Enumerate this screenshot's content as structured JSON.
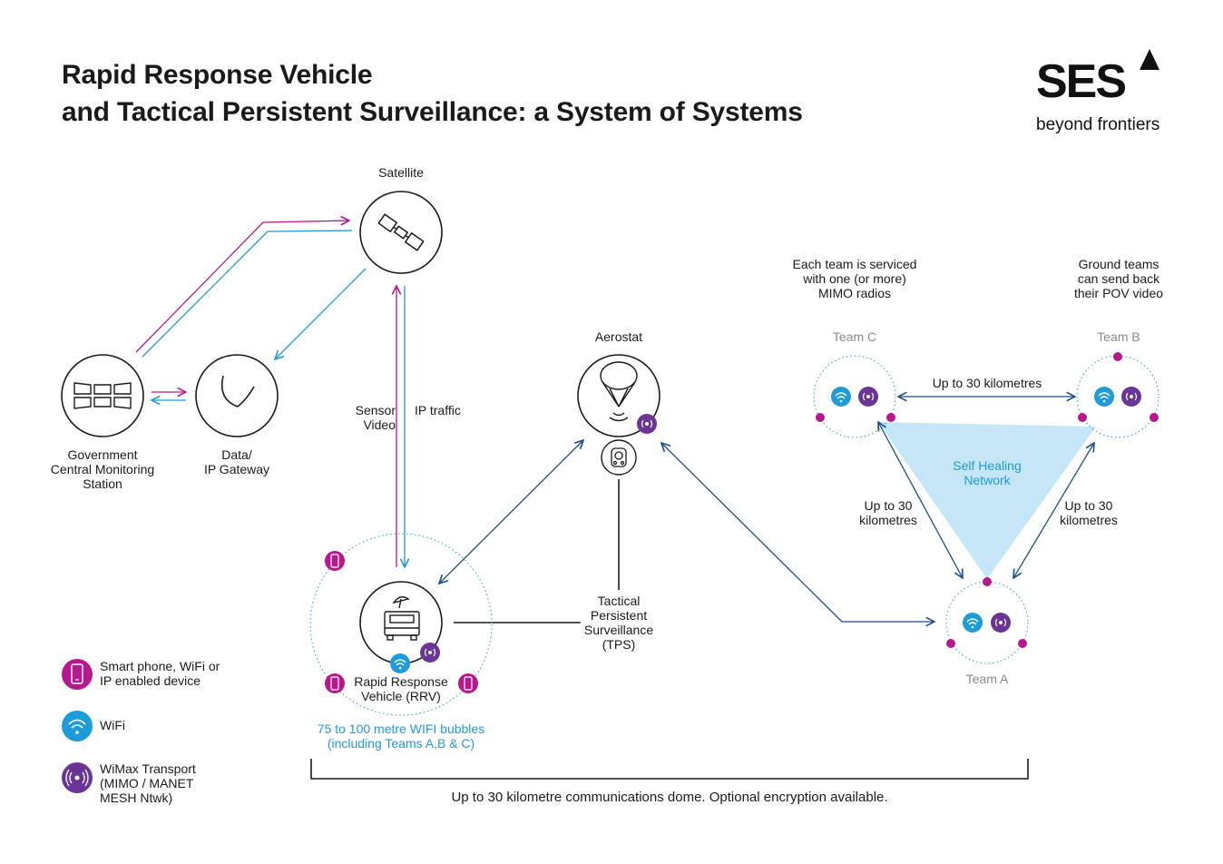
{
  "header": {
    "title_line1": "Rapid Response Vehicle",
    "title_line2": "and Tactical Persistent Surveillance: a System of Systems"
  },
  "logo": {
    "brand": "SES",
    "tagline": "beyond frontiers"
  },
  "nodes": {
    "satellite": "Satellite",
    "gov_line1": "Government",
    "gov_line2": "Central Monitoring",
    "gov_line3": "Station",
    "gateway_line1": "Data/",
    "gateway_line2": "IP Gateway",
    "aerostat": "Aerostat",
    "rrv_line1": "Rapid Response",
    "rrv_line2": "Vehicle (RRV)",
    "tps_line1": "Tactical",
    "tps_line2": "Persistent",
    "tps_line3": "Surveillance",
    "tps_line4": "(TPS)",
    "team_a": "Team A",
    "team_b": "Team B",
    "team_c": "Team C"
  },
  "links": {
    "sensor_video_line1": "Sensor",
    "sensor_video_line2": "Video",
    "ip_traffic": "IP traffic",
    "cb_distance": "Up to 30 kilometres",
    "ca_line1": "Up to 30",
    "ca_line2": "kilometres",
    "ba_line1": "Up to 30",
    "ba_line2": "kilometres",
    "network_line1": "Self Healing",
    "network_line2": "Network"
  },
  "notes": {
    "team_service_line1": "Each team is serviced",
    "team_service_line2": "with one (or more)",
    "team_service_line3": "MIMO radios",
    "pov_line1": "Ground teams",
    "pov_line2": "can send back",
    "pov_line3": "their POV video",
    "wifi_bubble_line1": "75 to 100 metre WIFI bubbles",
    "wifi_bubble_line2": "(including Teams A,B & C)",
    "dome": "Up to 30 kilometre communications dome. Optional encryption available."
  },
  "legend": {
    "smartphone_line1": "Smart phone, WiFi or",
    "smartphone_line2": "IP enabled device",
    "wifi": "WiFi",
    "wimax_line1": "WiMax Transport",
    "wimax_line2": "(MIMO / MANET",
    "wimax_line3": "MESH Ntwk)"
  },
  "colors": {
    "magenta": "#b5198c",
    "cyan": "#1f9bd7",
    "purple": "#6a3594",
    "navy": "#1f4e8c",
    "network_fill": "#c5e6f7",
    "dark": "#1a1a1a"
  },
  "icons": [
    "satellite-icon",
    "windows-icon",
    "gateway-icon",
    "aerostat-icon",
    "camera-icon",
    "vehicle-icon",
    "smartphone-icon",
    "wifi-icon",
    "wimax-icon"
  ]
}
